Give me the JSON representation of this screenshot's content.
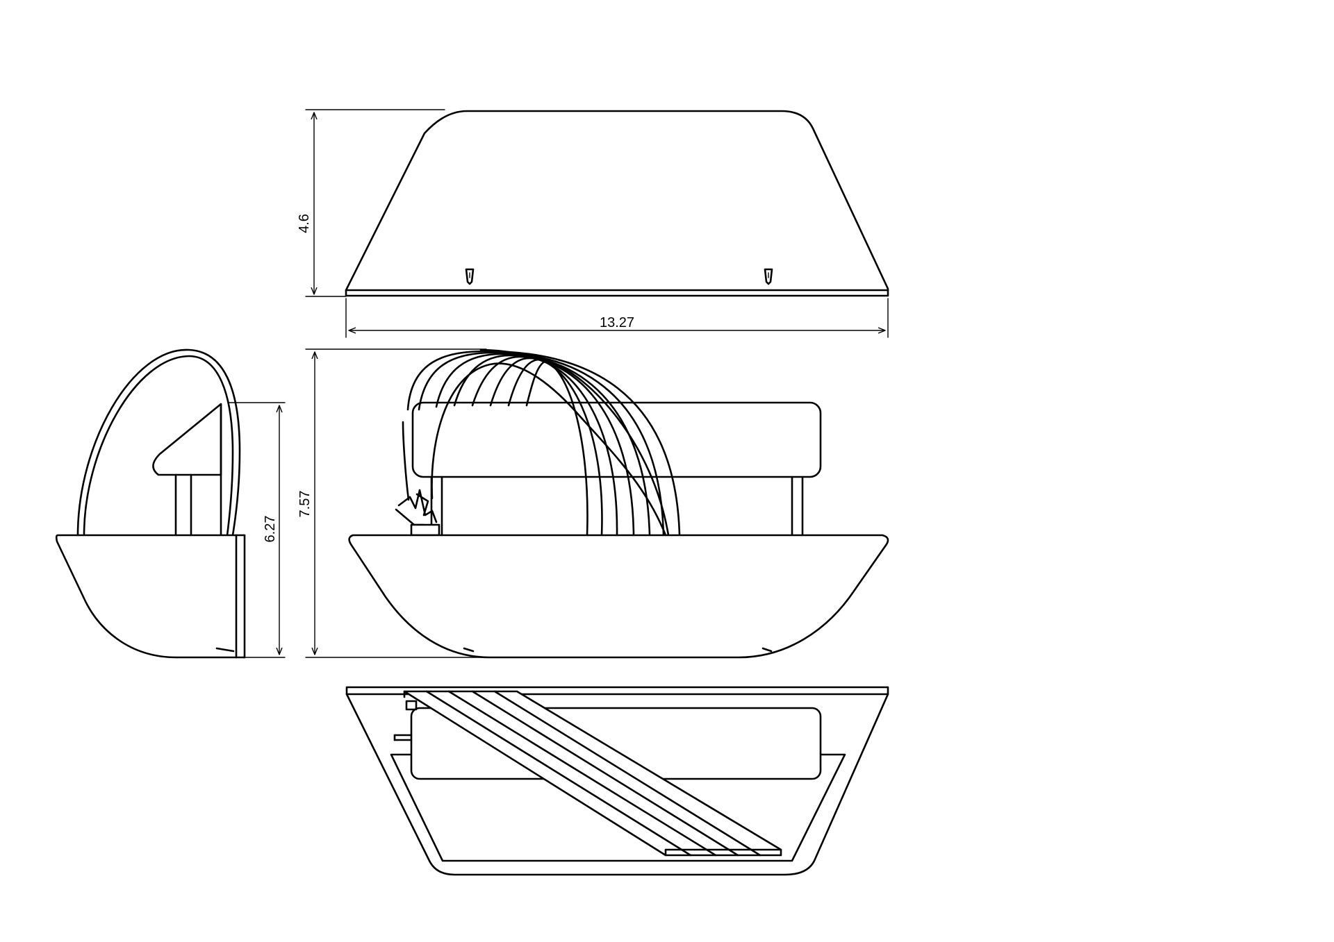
{
  "drawing": {
    "views": [
      "top-view",
      "front-view",
      "side-view",
      "plan-view"
    ],
    "dimensions": {
      "overall_height_top_view": "4.6",
      "overall_width": "13.27",
      "overall_height_front_view": "7.57",
      "side_view_height": "6.27"
    },
    "colors": {
      "line": "#000000",
      "background": "#ffffff"
    }
  }
}
